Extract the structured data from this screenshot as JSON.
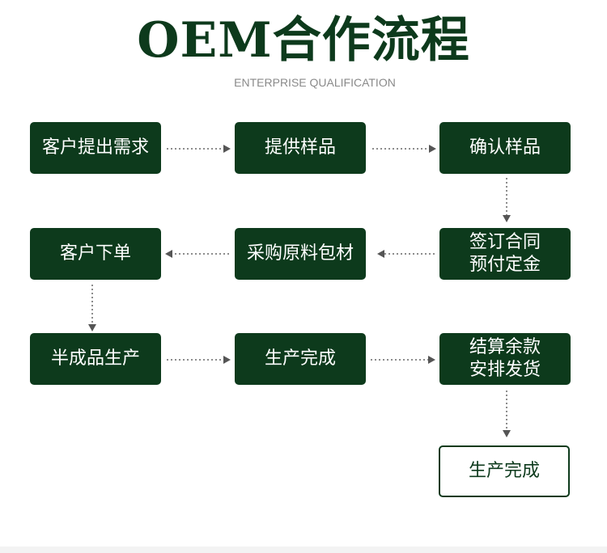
{
  "header": {
    "title": "OEM合作流程",
    "subtitle": "ENTERPRISE QUALIFICATION"
  },
  "steps": [
    {
      "label": "客户提出需求"
    },
    {
      "label": "提供样品"
    },
    {
      "label": "确认样品"
    },
    {
      "label": "签订合同\n预付定金"
    },
    {
      "label": "采购原料包材"
    },
    {
      "label": "客户下单"
    },
    {
      "label": "半成品生产"
    },
    {
      "label": "生产完成"
    },
    {
      "label": "结算余款\n安排发货"
    },
    {
      "label": "生产完成"
    }
  ],
  "colors": {
    "box_fill": "#0d3a1c",
    "box_text": "#ffffff",
    "connector": "#666666",
    "final_border": "#0d3a1c"
  }
}
